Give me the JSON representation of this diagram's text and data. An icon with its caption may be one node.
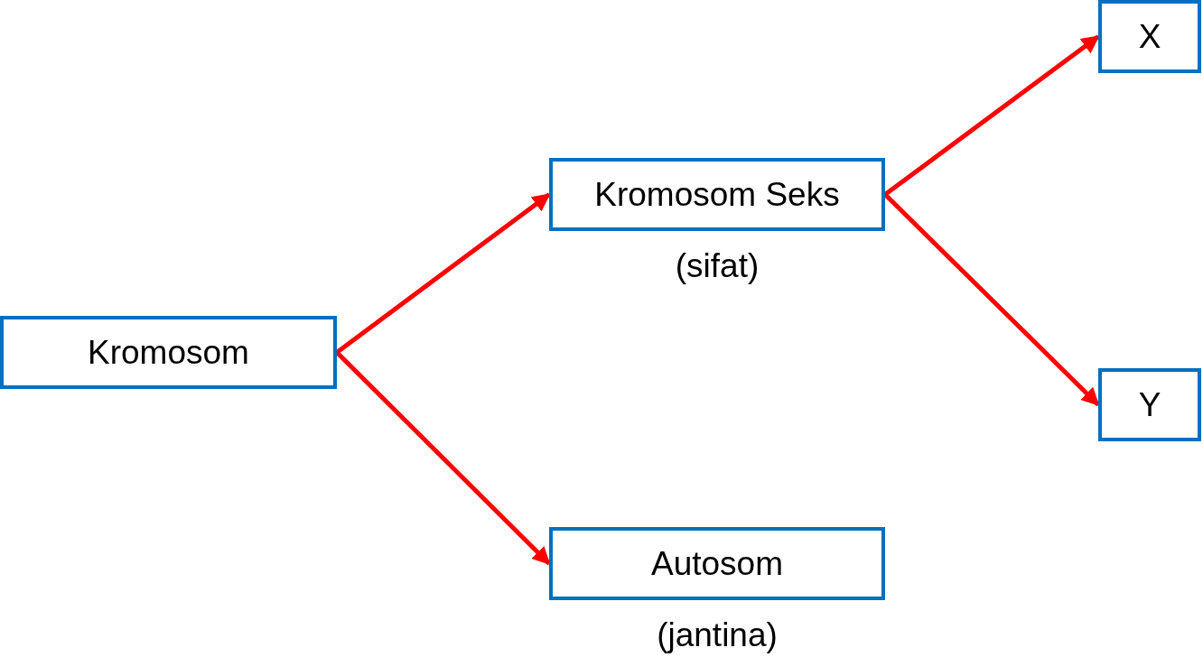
{
  "diagram": {
    "nodes": [
      {
        "text": [
          "Kromosom"
        ]
      },
      {
        "text": [
          "Kromosom Seks"
        ],
        "beside": [
          "(sifat)"
        ]
      },
      {
        "text": [
          "Autosom"
        ],
        "beside": [
          "(jantina)"
        ]
      },
      {
        "text": [
          "X"
        ]
      },
      {
        "text": [
          "Y"
        ]
      }
    ],
    "edges": [
      {
        "from": 0,
        "to": 1,
        "arrow": "to"
      },
      {
        "from": 0,
        "to": 2,
        "arrow": "to"
      },
      {
        "from": 1,
        "to": 3,
        "arrow": "to"
      },
      {
        "from": 1,
        "to": 4,
        "arrow": "to"
      }
    ]
  }
}
